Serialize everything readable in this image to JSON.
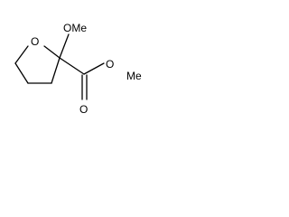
{
  "molecule": {
    "atoms": {
      "ring_oxygen": "O",
      "methoxy_group": "OMe",
      "carbonyl_oxygen": "O",
      "ester_oxygen": "O",
      "ester_methyl": "Me"
    },
    "colors": {
      "bond": "#000000",
      "label": "#000000",
      "background": "#ffffff"
    }
  }
}
